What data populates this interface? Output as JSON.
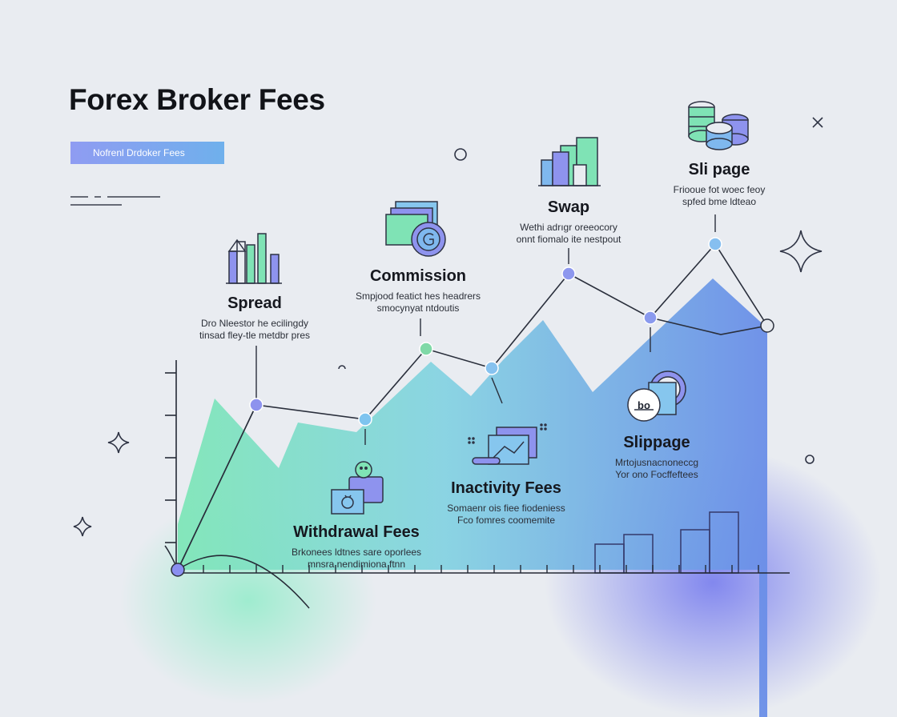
{
  "page": {
    "title": "Forex Broker Fees",
    "subtitle": "Nofrenl Drdoker Fees"
  },
  "colors": {
    "background": "#e9ecf1",
    "green": "#7fe3b5",
    "teal": "#86d6de",
    "blue": "#6a8ee8",
    "purple": "#8b8ff0",
    "ink": "#2e3344"
  },
  "fees": [
    {
      "id": "spread",
      "title": "Spread",
      "desc": [
        "Dro Nleestor he ecilingdy",
        "tinsad fley-tle metdbr pres"
      ],
      "icon": "bar-chart-icon"
    },
    {
      "id": "commission",
      "title": "Commission",
      "desc": [
        "Smpjood featict hes headrers",
        "smocynyat ntdoutis"
      ],
      "icon": "coin-stack-card-icon"
    },
    {
      "id": "swap",
      "title": "Swap",
      "desc": [
        "Wethi adrıgr oreeocory",
        "onnt fiomalo ite nestpout"
      ],
      "icon": "swap-bars-icon"
    },
    {
      "id": "slippage-top",
      "title": "Sli page",
      "desc": [
        "Friooue fot woec feoy",
        "spfed bme ldteao"
      ],
      "icon": "coins-icon"
    },
    {
      "id": "withdrawal",
      "title": "Withdrawal Fees",
      "desc": [
        "Brkonees ldtnes sare oporlees",
        "mnsra nendimiona ftnn"
      ],
      "icon": "wallet-icon"
    },
    {
      "id": "inactivity",
      "title": "Inactivity Fees",
      "desc": [
        "Somaenr ois fiee fiodeniess",
        "Fco fomres coomemite"
      ],
      "icon": "monitor-chart-icon"
    },
    {
      "id": "slippage",
      "title": "Slippage",
      "desc": [
        "Mrtojusnacnoneccg",
        "Yor ono Focffeftees"
      ],
      "icon": "cash-register-icon"
    }
  ]
}
